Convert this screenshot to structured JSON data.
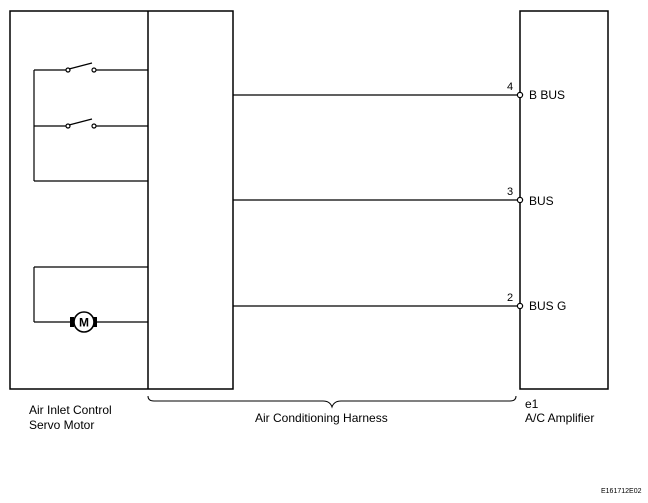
{
  "components": {
    "servo_motor": {
      "label_line1": "Air Inlet Control",
      "label_line2": "Servo Motor",
      "motor_symbol": "M"
    },
    "harness": {
      "label": "Air Conditioning Harness"
    },
    "amplifier": {
      "connector": "e1",
      "label": "A/C Amplifier"
    }
  },
  "pins": [
    {
      "number": "4",
      "signal": "B BUS"
    },
    {
      "number": "3",
      "signal": "BUS"
    },
    {
      "number": "2",
      "signal": "BUS G"
    }
  ],
  "figure_code": "E161712E02"
}
